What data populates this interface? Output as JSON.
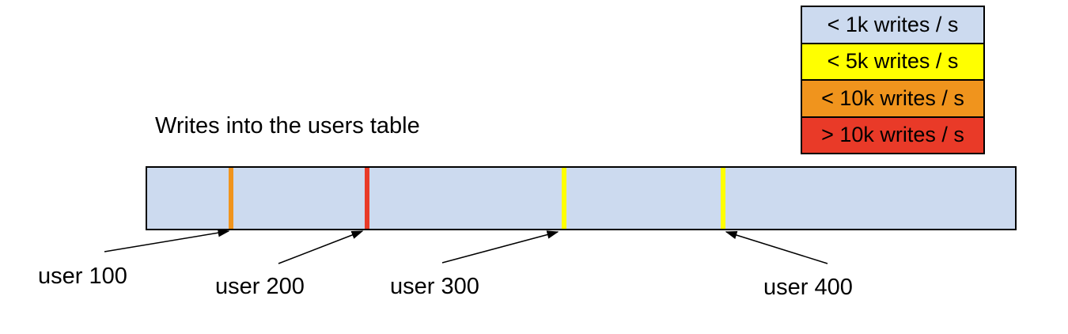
{
  "title": "Writes into the users table",
  "legend": {
    "items": [
      {
        "label": "< 1k writes / s",
        "color": "#ccdaef"
      },
      {
        "label": "< 5k writes / s",
        "color": "#ffff00"
      },
      {
        "label": "< 10k writes / s",
        "color": "#f0941d"
      },
      {
        "label": "> 10k writes / s",
        "color": "#e93a28"
      }
    ]
  },
  "table_bar": {
    "fill": "#ccdaef",
    "border_color": "#000000",
    "markers": [
      {
        "label": "user 100",
        "rate": "< 10k writes / s",
        "color": "#f0941d",
        "offset": 103
      },
      {
        "label": "user 200",
        "rate": "> 10k writes / s",
        "color": "#e93a28",
        "offset": 275
      },
      {
        "label": "user 300",
        "rate": "< 5k writes / s",
        "color": "#ffff00",
        "offset": 524
      },
      {
        "label": "user 400",
        "rate": "< 5k writes / s",
        "color": "#ffff00",
        "offset": 725
      }
    ]
  }
}
